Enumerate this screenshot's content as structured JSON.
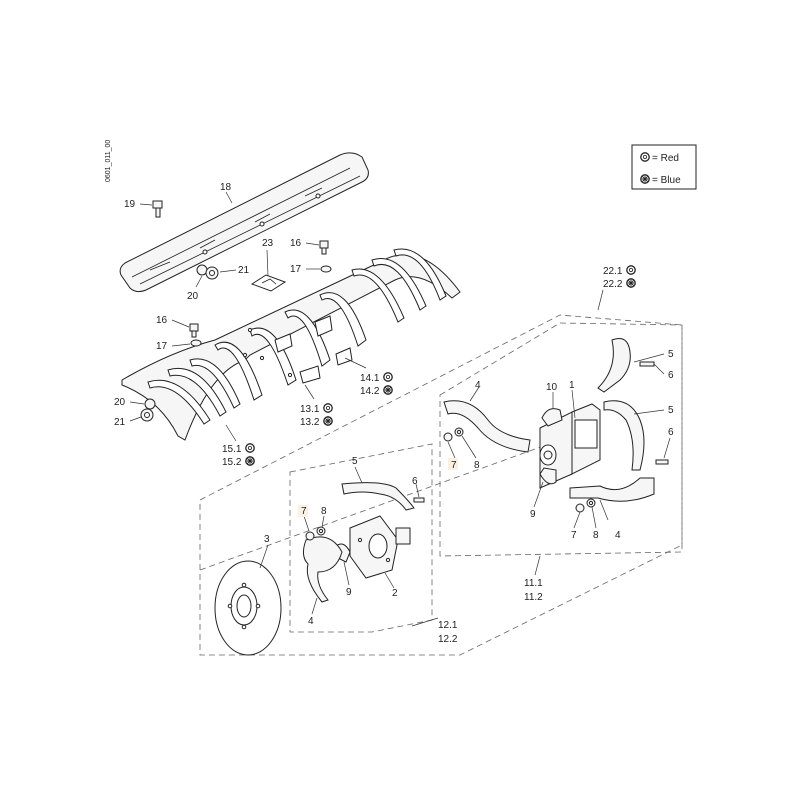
{
  "drawing_id": "0601_011_00",
  "legend": {
    "red_label": "= Red",
    "blue_label": "= Blue",
    "red_color": "#222222",
    "blue_color": "#222222"
  },
  "labels": {
    "l18": "18",
    "l19": "19",
    "l23": "23",
    "l16a": "16",
    "l17a": "17",
    "l21a": "21",
    "l20a": "20",
    "l16b": "16",
    "l17b": "17",
    "l20b": "20",
    "l21b": "21",
    "l14_1": "14.1",
    "l14_2": "14.2",
    "l13_1": "13.1",
    "l13_2": "13.2",
    "l15_1": "15.1",
    "l15_2": "15.2",
    "l22_1": "22.1",
    "l22_2": "22.2",
    "l5a": "5",
    "l6a": "6",
    "l5b": "5",
    "l6b": "6",
    "l4a": "4",
    "l10": "10",
    "l1": "1",
    "l7a": "7",
    "l8a": "8",
    "l9a": "9",
    "l7b": "7",
    "l8b": "8",
    "l4b": "4",
    "l5c": "5",
    "l6c": "6",
    "l7c": "7",
    "l8c": "8",
    "l3": "3",
    "l9b": "9",
    "l2": "2",
    "l4c": "4",
    "l11_1": "11.1",
    "l11_2": "11.2",
    "l12_1": "12.1",
    "l12_2": "12.2"
  }
}
